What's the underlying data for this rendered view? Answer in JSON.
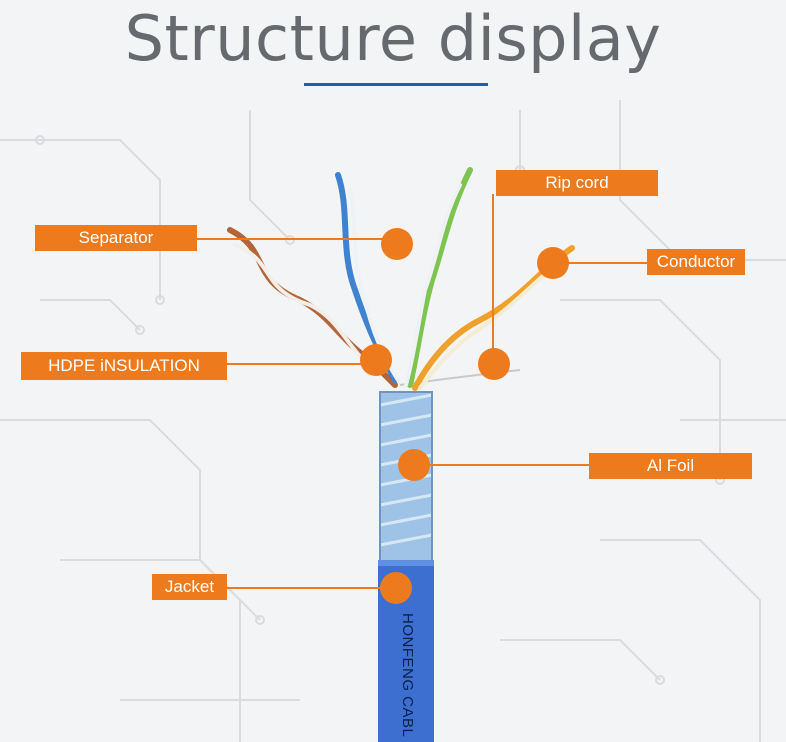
{
  "title": "Structure display",
  "colors": {
    "accent": "#ee7a1e",
    "underline": "#1f5fa8",
    "jacket": "#3c6fd0"
  },
  "labels": {
    "separator": "Separator",
    "rip_cord": "Rip cord",
    "conductor": "Conductor",
    "hdpe_insulation": "HDPE iNSULATION",
    "al_foil": "Al Foil",
    "jacket": "Jacket"
  },
  "cable_print": "HONFENG CABL"
}
